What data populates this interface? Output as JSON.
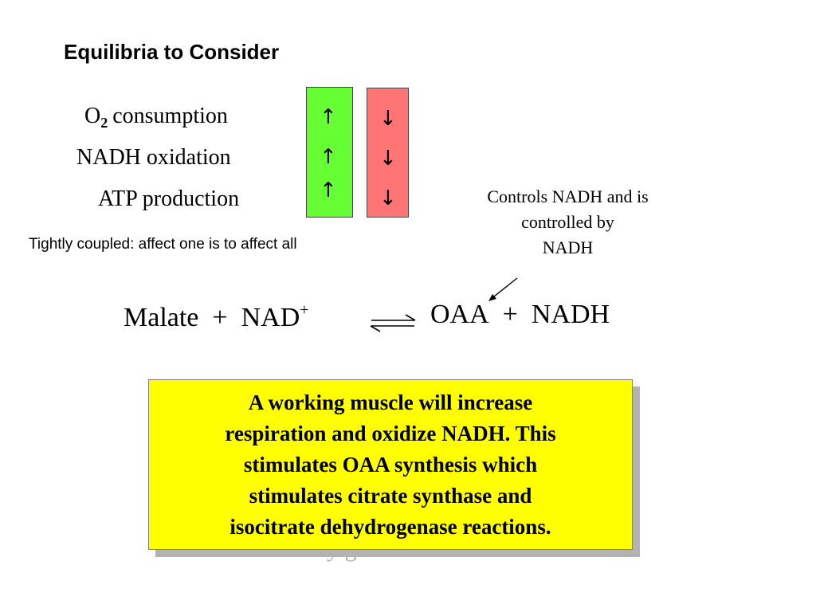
{
  "slide": {
    "title": "Equilibria to Consider",
    "rows": [
      {
        "label_pre": "O",
        "label_sub": "2",
        "label_post": "consumption",
        "up_arrow": "↑",
        "down_arrow": "↓"
      },
      {
        "label": "NADH oxidation",
        "up_arrow": "↑",
        "down_arrow": "↓"
      },
      {
        "label": "ATP production",
        "up_arrow": "↑",
        "down_arrow": "↓"
      }
    ],
    "bar_colors": {
      "up": "#66ff33",
      "down": "#ff7575"
    },
    "coupled_note": "Tightly coupled:  affect one is to affect all",
    "controls_note": [
      "Controls NADH and is",
      "controlled by",
      "NADH"
    ],
    "reaction": {
      "reactant_1": "Malate",
      "plus": "+",
      "reactant_2": "NAD",
      "reactant_2_charge": "+",
      "product_1": "OAA",
      "product_2": "NADH"
    },
    "callout": {
      "lines": [
        "A working muscle will increase",
        "respiration and oxidize NADH.  This",
        "stimulates OAA synthesis which",
        "stimulates citrate synthase and",
        "isocitrate dehydrogenase reactions."
      ],
      "background": "#ffff00"
    },
    "ghost_text": "y g"
  }
}
